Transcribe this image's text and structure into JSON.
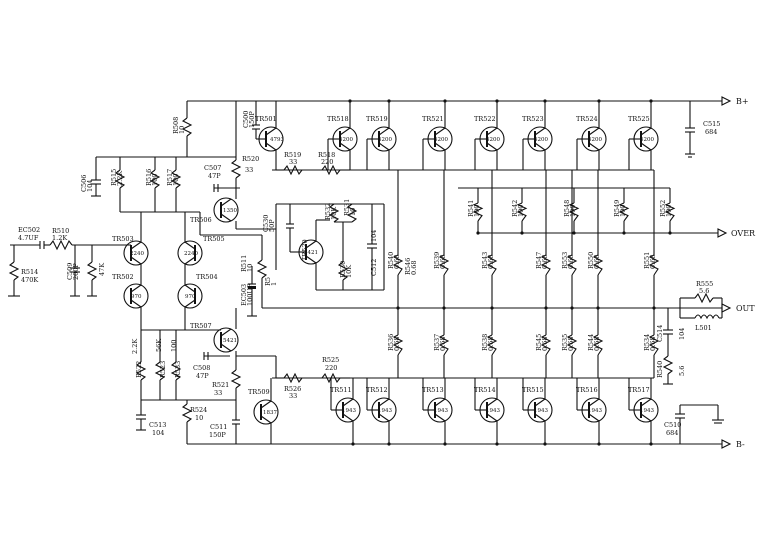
{
  "rails": {
    "positive": "B+",
    "negative": "B-",
    "output": "OUT",
    "over": "OVER"
  },
  "output_transistors_top": [
    {
      "ref": "TR518",
      "part": "5200"
    },
    {
      "ref": "TR519",
      "part": "5200"
    },
    {
      "ref": "TR521",
      "part": "5200"
    },
    {
      "ref": "TR522",
      "part": "5200"
    },
    {
      "ref": "TR523",
      "part": "5200"
    },
    {
      "ref": "TR524",
      "part": "5200"
    },
    {
      "ref": "TR525",
      "part": "5200"
    }
  ],
  "output_transistors_bottom": [
    {
      "ref": "TR511",
      "part": "1943"
    },
    {
      "ref": "TR512",
      "part": "1943"
    },
    {
      "ref": "TR513",
      "part": "1943"
    },
    {
      "ref": "TR514",
      "part": "1943"
    },
    {
      "ref": "TR515",
      "part": "1943"
    },
    {
      "ref": "TR516",
      "part": "1943"
    },
    {
      "ref": "TR517",
      "part": "1943"
    }
  ],
  "over_resistors": [
    {
      "ref": "R541",
      "value": "100"
    },
    {
      "ref": "R542",
      "value": "100"
    },
    {
      "ref": "R548",
      "value": "100"
    },
    {
      "ref": "R549",
      "value": "100"
    },
    {
      "ref": "R552",
      "value": "100"
    }
  ],
  "emitter_top": [
    {
      "ref": "R540",
      "value": "0.68"
    },
    {
      "ref": "R539",
      "value": "0.68"
    },
    {
      "ref": "R543",
      "value": "0.68"
    },
    {
      "ref": "R547",
      "value": "0.68"
    },
    {
      "ref": "R553",
      "value": "0.68"
    },
    {
      "ref": "R550",
      "value": "0.68"
    },
    {
      "ref": "R551",
      "value": "0.68"
    }
  ],
  "emitter_bottom": [
    {
      "ref": "R536",
      "value": "0.68"
    },
    {
      "ref": "R537",
      "value": "0.68"
    },
    {
      "ref": "R538",
      "value": "0.68"
    },
    {
      "ref": "R545",
      "value": "0.68"
    },
    {
      "ref": "R535",
      "value": "0.68"
    },
    {
      "ref": "R544",
      "value": "0.68"
    },
    {
      "ref": "R534",
      "value": "0.68"
    }
  ],
  "driver": {
    "tr501": {
      "ref": "TR501",
      "part": "4793"
    },
    "tr509": {
      "ref": "TR509",
      "part": "1837"
    },
    "tr506": {
      "ref": "TR506",
      "part": "1350"
    },
    "tr507": {
      "ref": "TR507",
      "part": "5421"
    },
    "tr520": {
      "ref": "TR520",
      "part": "5421"
    }
  },
  "input_stage": {
    "tr503": {
      "ref": "TR503",
      "part": "2240"
    },
    "tr505": {
      "ref": "TR505",
      "part": "2240"
    },
    "tr502": {
      "ref": "TR502",
      "part": "970"
    },
    "tr504": {
      "ref": "TR504",
      "part": "970"
    }
  },
  "labels": {
    "ec502": "EC502",
    "ec502_v": "4.7UF",
    "r514": "R514",
    "r514_v": "470K",
    "r510": "R510",
    "r510_v": "1.2K",
    "c509": "C509",
    "c509_v": "200P",
    "r_47k": "47K",
    "c506": "C506",
    "c506_v": "104",
    "r515": "R515",
    "r515_v": "2.2K",
    "r516": "R516",
    "r516_v": "100",
    "r517": "R517",
    "r517_v": "100",
    "r508": "R508",
    "r508_v": "10",
    "c500": "C500",
    "c500_v": "150P",
    "c507": "C507",
    "c507_v": "47P",
    "r520": "R520",
    "r520_v": "33",
    "r519": "R519",
    "r519_v": "33",
    "r518": "R518",
    "r518_v": "220",
    "c530": "C530",
    "c530_v": "50P",
    "r532": "R532",
    "r532_v": "10K",
    "r531": "R531",
    "r531_v": "10",
    "c512": "C512",
    "c512_v": "104",
    "r530": "R530",
    "r530_v": "10K",
    "r511": "R511",
    "r511_v": "10",
    "r5x": "R5",
    "r5x_v": "1",
    "ec503": "EC503",
    "ec503_v": "100UF",
    "r522": "R522",
    "r522_v": "2.2K",
    "r523": "R523",
    "r523_v": "56K",
    "r533": "R533",
    "r533_v": "100",
    "c508": "C508",
    "c508_v": "47P",
    "r521": "R521",
    "r521_v": "33",
    "r524": "R524",
    "r524_v": "10",
    "c513": "C513",
    "c513_v": "104",
    "c511": "C511",
    "c511_v": "150P",
    "r525": "R525",
    "r525_v": "220",
    "r526": "R526",
    "r526_v": "33",
    "r546": "R546",
    "r546_v": "0.68",
    "c515": "C515",
    "c515_v": "684",
    "c510": "C510",
    "c510_v": "684",
    "r555": "R555",
    "r555_v": "5.6",
    "l501": "L501",
    "c514": "C514",
    "c514_v": "104",
    "r540b": "R540",
    "r540b_v": "5.6"
  }
}
